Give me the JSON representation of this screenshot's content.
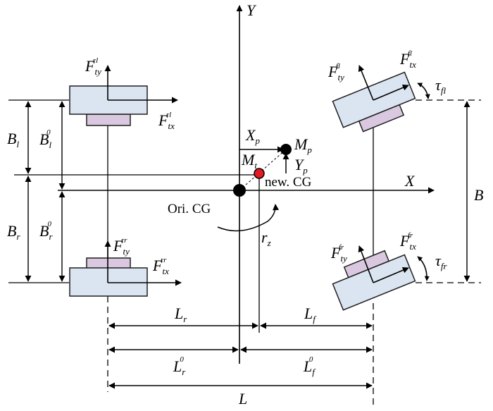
{
  "colors": {
    "line": "#000000",
    "wheel_fill": "#dbe5f1",
    "wheel_stroke": "#1f1f1f",
    "hub_fill": "#d9c8df",
    "cg_marker": "#000000",
    "new_cg_marker": "#e31b23",
    "background": "#ffffff"
  },
  "axes": {
    "x": "X",
    "y": "Y"
  },
  "points": {
    "mp": {
      "main": "M",
      "sub": "p"
    },
    "mt": {
      "main": "M",
      "sub": "t"
    },
    "new_cg": "new. CG",
    "ori_cg": "Ori. CG"
  },
  "offsets": {
    "xp": {
      "main": "X",
      "sub": "p"
    },
    "yp": {
      "main": "Y",
      "sub": "p"
    },
    "rz": {
      "main": "r",
      "sub": "z"
    }
  },
  "forces": {
    "rl_ty": {
      "main": "F",
      "sub": "ty",
      "sup": "rl"
    },
    "rl_tx": {
      "main": "F",
      "sub": "tx",
      "sup": "rl"
    },
    "rr_ty": {
      "main": "F",
      "sub": "ty",
      "sup": "rr"
    },
    "rr_tx": {
      "main": "F",
      "sub": "tx",
      "sup": "rr"
    },
    "fl_ty": {
      "main": "F",
      "sub": "ty",
      "sup": "fl"
    },
    "fl_tx": {
      "main": "F",
      "sub": "tx",
      "sup": "fl"
    },
    "fr_ty": {
      "main": "F",
      "sub": "ty",
      "sup": "fr"
    },
    "fr_tx": {
      "main": "F",
      "sub": "tx",
      "sup": "fr"
    }
  },
  "steer": {
    "fl": {
      "main": "τ",
      "sub": "fl"
    },
    "fr": {
      "main": "τ",
      "sub": "fr"
    }
  },
  "dimensions": {
    "bl": {
      "main": "B",
      "sub": "l"
    },
    "bl0": {
      "main": "B",
      "sub": "l",
      "sup": "0"
    },
    "br": {
      "main": "B",
      "sub": "r"
    },
    "br0": {
      "main": "B",
      "sub": "r",
      "sup": "0"
    },
    "b": "B",
    "lr": {
      "main": "L",
      "sub": "r"
    },
    "lf": {
      "main": "L",
      "sub": "f"
    },
    "lr0": {
      "main": "L",
      "sub": "r",
      "sup": "0"
    },
    "lf0": {
      "main": "L",
      "sub": "f",
      "sup": "0"
    },
    "l": "L"
  }
}
